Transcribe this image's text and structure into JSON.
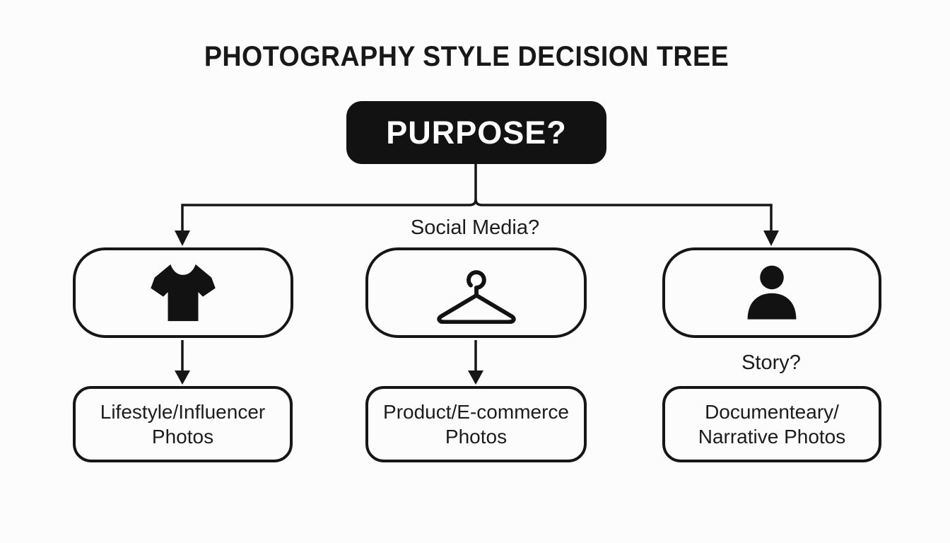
{
  "title": "PHOTOGRAPHY STYLE DECISION TREE",
  "root": {
    "label": "PURPOSE?"
  },
  "branch_labels": {
    "center": "Social Media?",
    "right": "Story?"
  },
  "branches": [
    {
      "icon": "tshirt-icon",
      "leaf_line1": "Lifestyle/Influencer",
      "leaf_line2": "Photos"
    },
    {
      "icon": "hanger-icon",
      "leaf_line1": "Product/E-commerce",
      "leaf_line2": "Photos"
    },
    {
      "icon": "person-icon",
      "leaf_line1": "Documenteary/",
      "leaf_line2": "Narrative Photos"
    }
  ],
  "colors": {
    "background": "#fcfcfc",
    "ink": "#161616",
    "root_bg": "#121212",
    "root_text": "#ffffff"
  }
}
